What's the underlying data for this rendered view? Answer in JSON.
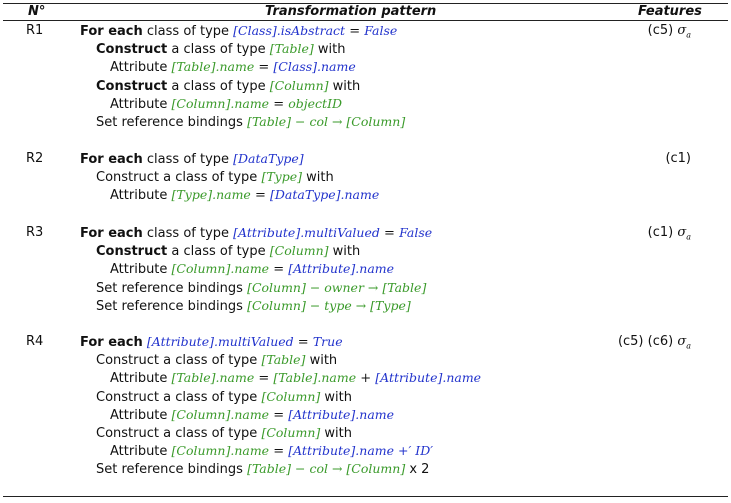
{
  "header": {
    "number": "N°",
    "pattern": "Transformation pattern",
    "features": "Features"
  },
  "rules": [
    {
      "id": "R1",
      "features": "(c5)",
      "sigma": "σ",
      "sigma_sub": "a",
      "lines": [
        {
          "level": 0,
          "parts": [
            {
              "t": "For each",
              "s": "kw"
            },
            {
              "t": " class of type "
            },
            {
              "t": "[Class].isAbstract",
              "s": "m blue"
            },
            {
              "t": " = ",
              "s": "op"
            },
            {
              "t": "False",
              "s": "m blue"
            }
          ]
        },
        {
          "level": 1,
          "parts": [
            {
              "t": "Construct",
              "s": "kw"
            },
            {
              "t": " a class of type "
            },
            {
              "t": "[Table]",
              "s": "m green"
            },
            {
              "t": " with"
            }
          ]
        },
        {
          "level": 2,
          "parts": [
            {
              "t": "Attribute "
            },
            {
              "t": "[Table].name",
              "s": "m green"
            },
            {
              "t": " = ",
              "s": "op"
            },
            {
              "t": "[Class].name",
              "s": "m blue"
            }
          ]
        },
        {
          "level": 1,
          "parts": [
            {
              "t": "Construct",
              "s": "kw"
            },
            {
              "t": " a class of type "
            },
            {
              "t": "[Column]",
              "s": "m green"
            },
            {
              "t": " with"
            }
          ]
        },
        {
          "level": 2,
          "parts": [
            {
              "t": "Attribute "
            },
            {
              "t": "[Column].name",
              "s": "m green"
            },
            {
              "t": " = ",
              "s": "op"
            },
            {
              "t": "objectID",
              "s": "m green"
            }
          ]
        },
        {
          "level": 1,
          "parts": [
            {
              "t": "Set reference bindings "
            },
            {
              "t": "[Table] − col → [Column]",
              "s": "m green"
            }
          ]
        }
      ]
    },
    {
      "id": "R2",
      "features": "(c1)",
      "sigma": "",
      "sigma_sub": "",
      "lines": [
        {
          "level": 0,
          "parts": [
            {
              "t": "For each",
              "s": "kw"
            },
            {
              "t": " class of type "
            },
            {
              "t": "[DataType]",
              "s": "m blue"
            }
          ]
        },
        {
          "level": 1,
          "parts": [
            {
              "t": "Construct a class of type "
            },
            {
              "t": "[Type]",
              "s": "m green"
            },
            {
              "t": " with"
            }
          ]
        },
        {
          "level": 2,
          "parts": [
            {
              "t": "Attribute "
            },
            {
              "t": "[Type].name",
              "s": "m green"
            },
            {
              "t": " = ",
              "s": "op"
            },
            {
              "t": "[DataType].name",
              "s": "m blue"
            }
          ]
        }
      ]
    },
    {
      "id": "R3",
      "features": "(c1)",
      "sigma": "σ",
      "sigma_sub": "a",
      "lines": [
        {
          "level": 0,
          "parts": [
            {
              "t": "For each",
              "s": "kw"
            },
            {
              "t": " class of type "
            },
            {
              "t": "[Attribute].multiValued",
              "s": "m blue"
            },
            {
              "t": " = ",
              "s": "op"
            },
            {
              "t": "False",
              "s": "m blue"
            }
          ]
        },
        {
          "level": 1,
          "parts": [
            {
              "t": "Construct",
              "s": "kw"
            },
            {
              "t": " a class of type "
            },
            {
              "t": "[Column]",
              "s": "m green"
            },
            {
              "t": " with"
            }
          ]
        },
        {
          "level": 2,
          "parts": [
            {
              "t": "Attribute "
            },
            {
              "t": "[Column].name",
              "s": "m green"
            },
            {
              "t": " = ",
              "s": "op"
            },
            {
              "t": "[Attribute].name",
              "s": "m blue"
            }
          ]
        },
        {
          "level": 1,
          "parts": [
            {
              "t": "Set reference bindings "
            },
            {
              "t": "[Column] − owner → [Table]",
              "s": "m green"
            }
          ]
        },
        {
          "level": 1,
          "parts": [
            {
              "t": "Set reference bindings "
            },
            {
              "t": "[Column] − type → [Type]",
              "s": "m green"
            }
          ]
        }
      ]
    },
    {
      "id": "R4",
      "features": "(c5) (c6)",
      "sigma": "σ",
      "sigma_sub": "a",
      "lines": [
        {
          "level": 0,
          "parts": [
            {
              "t": "For each",
              "s": "kw"
            },
            {
              "t": " "
            },
            {
              "t": "[Attribute].multiValued",
              "s": "m blue"
            },
            {
              "t": " = ",
              "s": "op"
            },
            {
              "t": "True",
              "s": "m blue"
            }
          ]
        },
        {
          "level": 1,
          "parts": [
            {
              "t": "Construct a class of type "
            },
            {
              "t": "[Table]",
              "s": "m green"
            },
            {
              "t": " with"
            }
          ]
        },
        {
          "level": 2,
          "parts": [
            {
              "t": "Attribute "
            },
            {
              "t": "[Table].name",
              "s": "m green"
            },
            {
              "t": " = ",
              "s": "op"
            },
            {
              "t": "[Table].name",
              "s": "m green"
            },
            {
              "t": " + ",
              "s": "op"
            },
            {
              "t": "[Attribute].name",
              "s": "m blue"
            }
          ]
        },
        {
          "level": 1,
          "parts": [
            {
              "t": "Construct a class of type "
            },
            {
              "t": "[Column]",
              "s": "m green"
            },
            {
              "t": " with"
            }
          ]
        },
        {
          "level": 2,
          "parts": [
            {
              "t": "Attribute "
            },
            {
              "t": "[Column].name",
              "s": "m green"
            },
            {
              "t": " = ",
              "s": "op"
            },
            {
              "t": "[Attribute].name",
              "s": "m blue"
            }
          ]
        },
        {
          "level": 1,
          "parts": [
            {
              "t": "Construct a class of type "
            },
            {
              "t": "[Column]",
              "s": "m green"
            },
            {
              "t": " with"
            }
          ]
        },
        {
          "level": 2,
          "parts": [
            {
              "t": "Attribute "
            },
            {
              "t": "[Column].name",
              "s": "m green"
            },
            {
              "t": " = ",
              "s": "op"
            },
            {
              "t": "[Attribute].name",
              "s": "m blue"
            },
            {
              "t": " +′ ID′",
              "s": "m blue"
            }
          ]
        },
        {
          "level": 1,
          "parts": [
            {
              "t": "Set reference bindings "
            },
            {
              "t": "[Table] − col → [Column]",
              "s": "m green"
            },
            {
              "t": " x 2"
            }
          ]
        }
      ]
    }
  ],
  "colors": {
    "blue": "#2233cc",
    "green": "#3a9a2a"
  }
}
